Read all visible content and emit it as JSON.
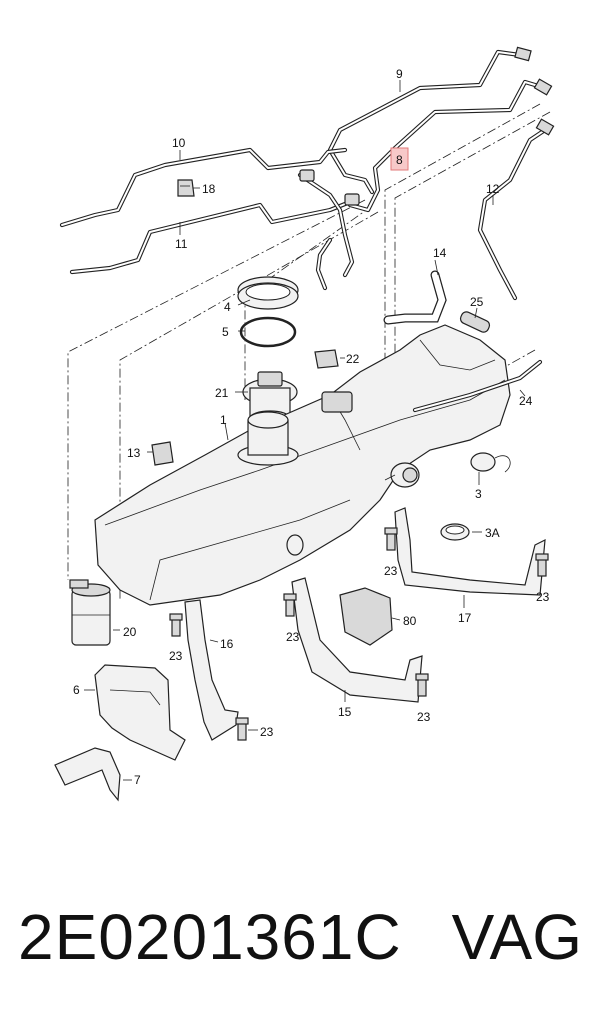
{
  "callouts": {
    "c1": "1",
    "c3": "3",
    "c3a": "3A",
    "c4": "4",
    "c5": "5",
    "c6": "6",
    "c7": "7",
    "c8": "8",
    "c9": "9",
    "c10": "10",
    "c11": "11",
    "c12": "12",
    "c13": "13",
    "c14": "14",
    "c15": "15",
    "c16": "16",
    "c17": "17",
    "c18": "18",
    "c20": "20",
    "c21": "21",
    "c22": "22",
    "c23": "23",
    "c24": "24",
    "c25": "25",
    "c80": "80"
  },
  "footer": {
    "part_number": "2E0201361C",
    "brand": "VAG"
  },
  "colors": {
    "line": "#222222",
    "highlight_fill": "#f7c9c9",
    "highlight_stroke": "#e27a7a"
  }
}
